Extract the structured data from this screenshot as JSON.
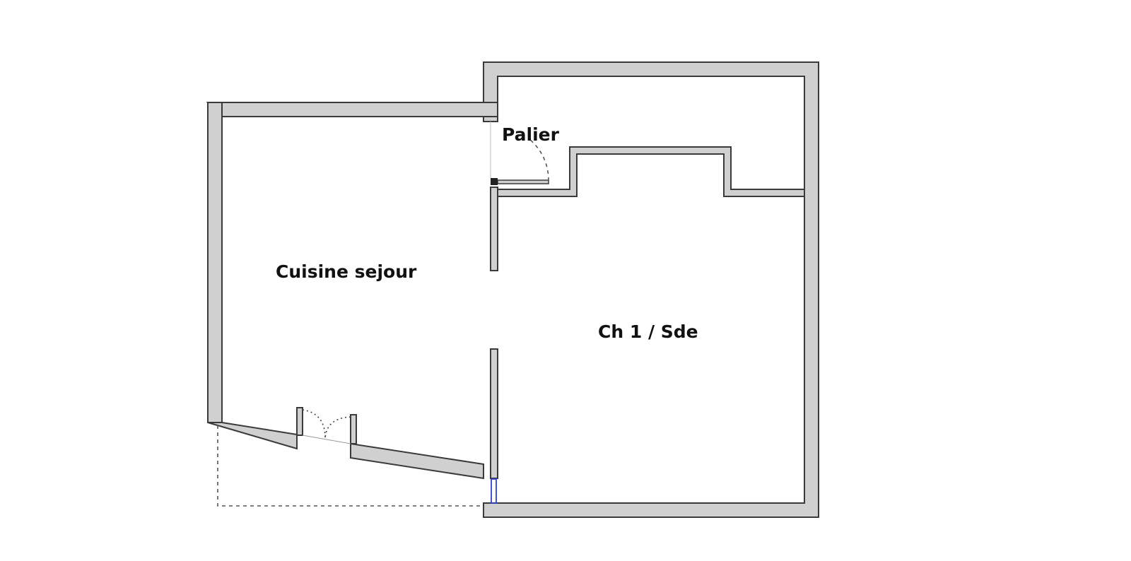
{
  "plan": {
    "rooms": [
      {
        "id": "palier",
        "label": "Palier"
      },
      {
        "id": "cuisine",
        "label": "Cuisine sejour"
      },
      {
        "id": "chambre",
        "label": "Ch 1 / Sde"
      }
    ],
    "colors": {
      "wall_fill": "#d0d0d0",
      "wall_stroke": "#3a3a3a",
      "window_blue": "#3040d0",
      "background": "#ffffff"
    }
  }
}
